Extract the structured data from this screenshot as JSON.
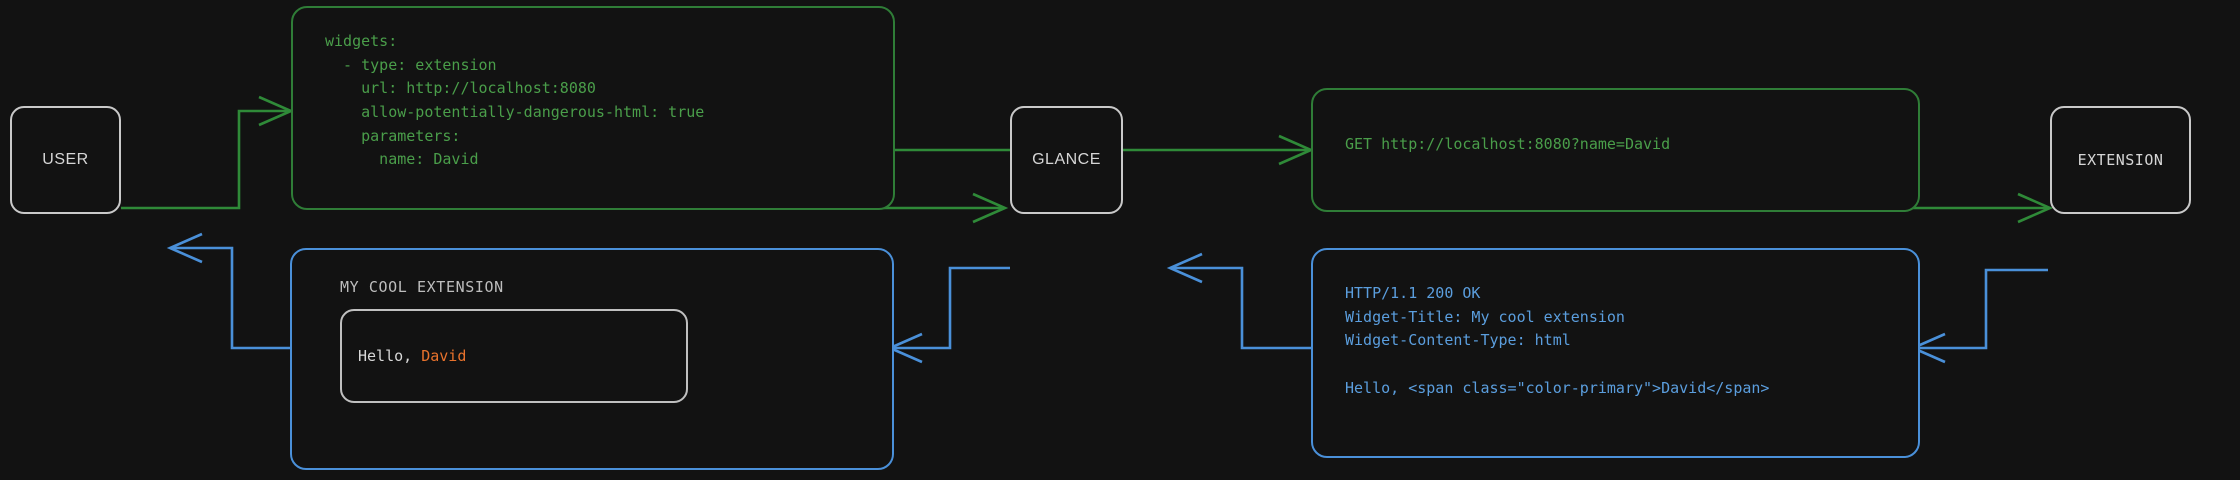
{
  "diagram": {
    "background_color": "#121212",
    "request_color": "#3d8b40",
    "response_color": "#4a90d9",
    "node_border_color": "#c9c9c9",
    "accent_color": "#e8722c"
  },
  "nodes": {
    "user": "USER",
    "glance": "GLANCE",
    "extension": "EXTENSION"
  },
  "cards": {
    "config": {
      "text": "widgets:\n  - type: extension\n    url: http://localhost:8080\n    allow-potentially-dangerous-html: true\n    parameters:\n      name: David"
    },
    "request": {
      "text": "GET http://localhost:8080?name=David"
    },
    "response": {
      "text": "HTTP/1.1 200 OK\nWidget-Title: My cool extension\nWidget-Content-Type: html\n\nHello, <span class=\"color-primary\">David</span>"
    },
    "rendered_widget": {
      "title": "MY COOL EXTENSION",
      "body_prefix": "Hello, ",
      "body_name": "David"
    }
  }
}
